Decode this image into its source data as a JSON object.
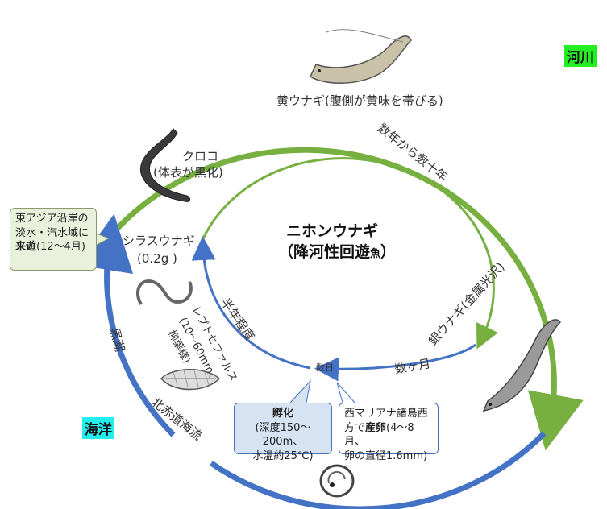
{
  "tags": {
    "river": "河川",
    "ocean": "海洋"
  },
  "center": {
    "line1": "ニホンウナギ",
    "line2_main": "（降河性回遊",
    "line2_small": "魚",
    "line2_end": "）"
  },
  "stages": {
    "yellow": "黄ウナギ(腹側が黄味を帯びる)",
    "kuroko_1": "クロコ",
    "kuroko_2": "(体表が黒化)",
    "shirasu_1": "シラスウナギ",
    "shirasu_2": "(0.2g )",
    "silver": "銀ウナギ(金属光沢)",
    "lepto_1": "レプトセファルス",
    "lepto_2": "(10～60mm、",
    "lepto_3": "柳葉様)"
  },
  "durations": {
    "years": "数年から数十年",
    "months": "数ヶ月",
    "half_year": "半年程度",
    "days": "数日"
  },
  "currents": {
    "kuroshio": "黒潮",
    "north_equatorial": "北赤道海流"
  },
  "boxes": {
    "arrival": {
      "line1": "東アジア沿岸の",
      "line2": "淡水・汽水域に",
      "line3_bold": "来遊",
      "line3_rest": "(12～4月)"
    },
    "hatch": {
      "title": "孵化",
      "line1": "(深度150～200m、",
      "line2": "水温約25℃)"
    },
    "spawn": {
      "line1": "西マリアナ諸島西",
      "line2_pre": "方で",
      "line2_bold": "産卵",
      "line2_post": "(4～8月、",
      "line3": "卵の直径1.6mm)"
    }
  },
  "colors": {
    "green": "#77b041",
    "blue": "#4472c4",
    "river_bg": "#22ee22",
    "ocean_bg": "#22eeee",
    "arrival_bg": "#e9f1dc",
    "hatch_bg": "#d5e3f3",
    "spawn_bg": "#ffffff"
  },
  "icons": [
    "yellow-eel-icon",
    "kuroko-icon",
    "shirasu-eel-icon",
    "leptocephalus-icon",
    "silver-eel-icon",
    "egg-icon"
  ]
}
